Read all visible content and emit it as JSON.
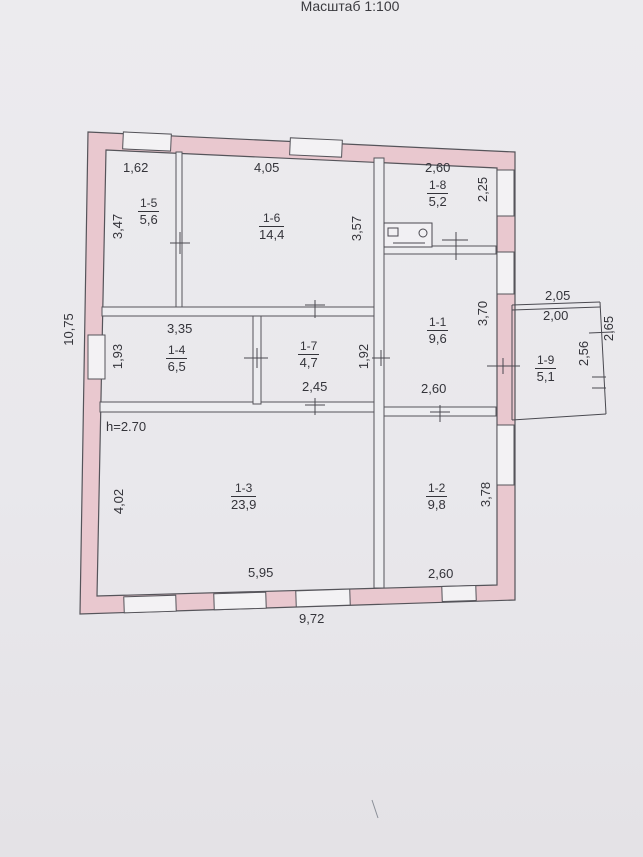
{
  "header": {
    "scale": "Масштаб 1:100"
  },
  "ceiling_height": "h=2.70",
  "rooms": [
    {
      "id": "1-1",
      "area": "9,6"
    },
    {
      "id": "1-2",
      "area": "9,8"
    },
    {
      "id": "1-3",
      "area": "23,9"
    },
    {
      "id": "1-4",
      "area": "6,5"
    },
    {
      "id": "1-5",
      "area": "5,6"
    },
    {
      "id": "1-6",
      "area": "14,4"
    },
    {
      "id": "1-7",
      "area": "4,7"
    },
    {
      "id": "1-8",
      "area": "5,2"
    },
    {
      "id": "1-9",
      "area": "5,1"
    }
  ],
  "dimensions": {
    "overall_width": "9,72",
    "overall_height": "10,75",
    "r15_width": "1,62",
    "r15_height": "3,47",
    "r16_width": "4,05",
    "r16_height": "3,57",
    "r18_width": "2,60",
    "r18_height": "2,25",
    "r14_width": "3,35",
    "r14_height": "1,93",
    "r17_width": "2,45",
    "r17_height": "1,92",
    "r11_width": "2,60",
    "r11_height": "3,70",
    "r13_width": "5,95",
    "r13_height": "4,02",
    "r12_width": "2,60",
    "r12_height": "3,78",
    "r19_top": "2,05",
    "r19_inner": "2,00",
    "r19_height_inner": "2,56",
    "r19_height_outer": "2,65"
  },
  "colors": {
    "wall_fill": "#e9c8cf",
    "wall_stroke": "#55545a",
    "line": "#4a4950"
  }
}
